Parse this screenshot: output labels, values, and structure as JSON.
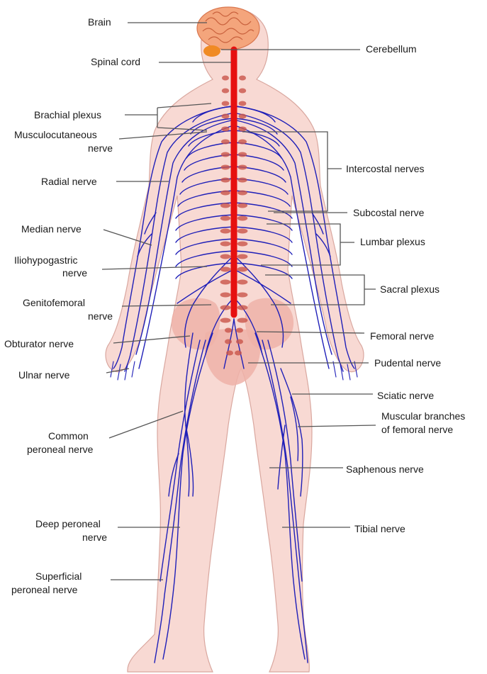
{
  "colors": {
    "skin": "#f8d9d3",
    "skin_outline": "#d9a79f",
    "nerve": "#1f1fb8",
    "spinal_cord": "#e61010",
    "brain": "#f4a57c",
    "cerebellum": "#f08a24",
    "vertebra": "#c9544a",
    "pelvis": "#eeb2a8",
    "leader": "#555555"
  },
  "labels": {
    "brain": "Brain",
    "spinal_cord": "Spinal cord",
    "cerebellum": "Cerebellum",
    "brachial_plexus": "Brachial plexus",
    "musculocutaneous_1": "Musculocutaneous",
    "musculocutaneous_2": "nerve",
    "intercostal": "Intercostal nerves",
    "radial": "Radial nerve",
    "subcostal": "Subcostal nerve",
    "median": "Median nerve",
    "lumbar_plexus": "Lumbar plexus",
    "iliohypogastric_1": "Iliohypogastric",
    "iliohypogastric_2": "nerve",
    "sacral_plexus": "Sacral plexus",
    "genitofemoral_1": "Genitofemoral",
    "genitofemoral_2": "nerve",
    "femoral": "Femoral nerve",
    "obturator": "Obturator nerve",
    "pudental": "Pudental nerve",
    "ulnar": "Ulnar nerve",
    "sciatic": "Sciatic nerve",
    "muscular_1": "Muscular branches",
    "muscular_2": "of femoral nerve",
    "common_peroneal_1": "Common",
    "common_peroneal_2": "peroneal nerve",
    "saphenous": "Saphenous nerve",
    "deep_peroneal_1": "Deep peroneal",
    "deep_peroneal_2": "nerve",
    "tibial": "Tibial nerve",
    "superficial_peroneal_1": "Superficial",
    "superficial_peroneal_2": "peroneal nerve"
  }
}
